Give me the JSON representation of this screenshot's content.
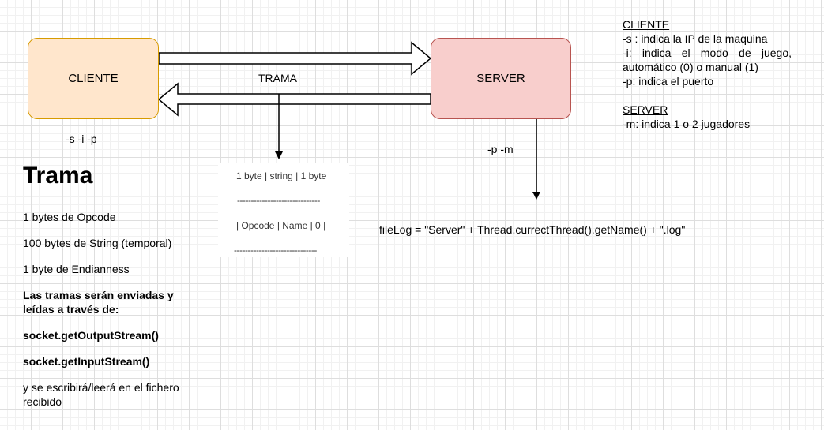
{
  "diagram": {
    "client_box": "CLIENTE",
    "server_box": "SERVER",
    "trama_label": "TRAMA",
    "client_params": "-s -i -p",
    "server_params": "-p -m",
    "file_log": "fileLog = \"Server\" + Thread.currectThread().getName() + \".log\""
  },
  "trama": {
    "title": "Trama",
    "lines": [
      "1 bytes de Opcode",
      "100 bytes de String (temporal)",
      "1 byte de Endianness",
      "Las tramas serán enviadas y leídas a través de:",
      "socket.getOutputStream()",
      "socket.getInputStream()",
      "y se escribirá/leerá en el fichero recibido"
    ]
  },
  "frame": {
    "header": "1 byte  |   string  |  1 byte",
    "separator1": "------------------------------",
    "fields": "| Opcode | Name | 0 |",
    "separator2": "------------------------------"
  },
  "notes": {
    "client_title": "CLIENTE",
    "client_s": "-s : indica la IP de la maquina",
    "client_i": "-i: indica el modo de juego, automático (0) o manual (1)",
    "client_p": "-p: indica el puerto",
    "server_title": "SERVER",
    "server_m": "-m: indica 1 o 2 jugadores"
  },
  "colors": {
    "client_fill": "#ffe6cc",
    "client_stroke": "#d79b00",
    "server_fill": "#f8cecc",
    "server_stroke": "#b85450"
  }
}
